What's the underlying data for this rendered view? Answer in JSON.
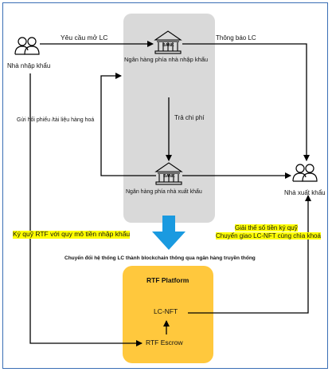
{
  "actors": {
    "importer": "Nhà nhập khẩu",
    "exporter": "Nhà xuất khẩu"
  },
  "banks": {
    "importer_bank": {
      "icon_text": "BANK",
      "label": "Ngân hàng phía nhà nhập khẩu"
    },
    "exporter_bank": {
      "icon_text": "BANK",
      "label": "Ngân hàng phía nhà xuất khẩu"
    }
  },
  "flows": {
    "lc_request": "Yêu cầu mở LC",
    "lc_notice": "Thông báo LC",
    "send_docs": "Gửi hối phiếu /tài liệu hàng hoá",
    "payment": "Trả chi phí",
    "escrow_deposit": "Ký quỹ RTF với quy mô tiền nhập khẩu",
    "release_line1": "Giải thế số tiền ký quỹ",
    "release_line2": "Chuyển giao LC-NFT cùng chìa khoá"
  },
  "conversion_note": "Chuyển đổi hệ thống LC thành blockchain thông qua ngân hàng truyền thống",
  "platform": {
    "title": "RTF Platform",
    "lc_nft": "LC-NFT",
    "escrow": "RTF Escrow"
  },
  "colors": {
    "bank_zone": "#d9d9d9",
    "platform": "#ffc83d",
    "big_arrow": "#1a9ae0",
    "highlight": "#ffff00",
    "frame": "#3a6fb5"
  }
}
